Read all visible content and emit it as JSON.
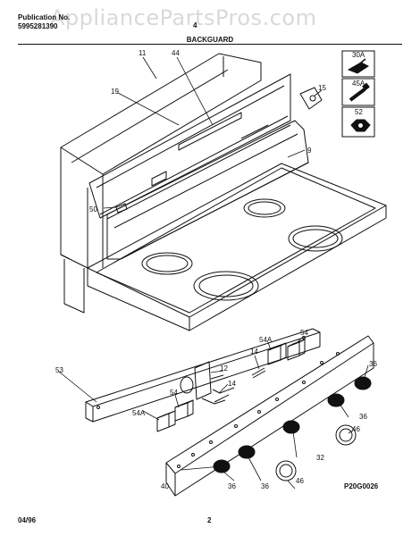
{
  "header": {
    "publication_label": "Publication No.",
    "publication_number": "5995281390",
    "model_partial": "4",
    "section_title": "BACKGUARD"
  },
  "watermark": "AppliancePartsPros.com",
  "footer": {
    "date": "04/96",
    "page": "2",
    "drawing_code": "P20G0026"
  },
  "legend": [
    {
      "code": "30A",
      "icon": "clip-icon"
    },
    {
      "code": "45A",
      "icon": "screw-icon"
    },
    {
      "code": "52",
      "icon": "nut-icon"
    }
  ],
  "callouts": {
    "c11": "11",
    "c44": "44",
    "c19": "19",
    "c15": "15",
    "c9": "9",
    "c50": "50",
    "c54a_top": "54A",
    "c54_top": "54",
    "c14_top": "14",
    "c12": "12",
    "c14_mid": "14",
    "c53": "53",
    "c54_left": "54",
    "c54a_left": "54A",
    "c36_r1": "36",
    "c36_r2": "36",
    "c46_r": "46",
    "c32": "32",
    "c46_b": "46",
    "c40": "40",
    "c36_b1": "36",
    "c36_b2": "36"
  }
}
